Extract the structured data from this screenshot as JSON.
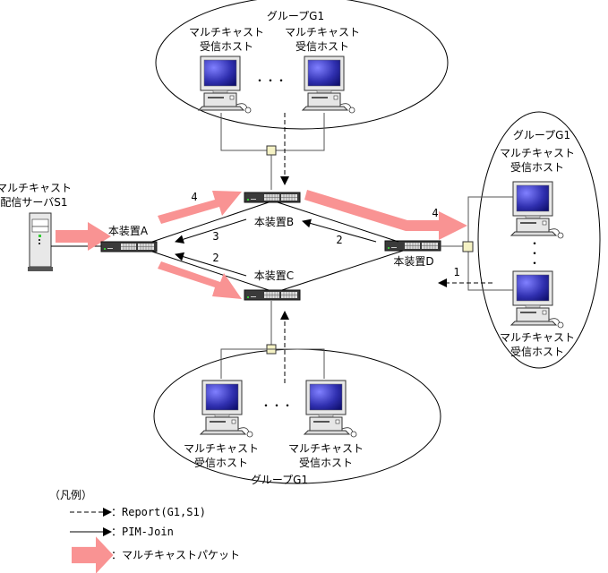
{
  "colors": {
    "multicast_arrow": "#f99393",
    "hub": "#f5f2c4",
    "screen": "#3a3ac0",
    "switch": "#333333",
    "line": "#000000"
  },
  "groups": {
    "top": {
      "title": "グループG1",
      "host_left": [
        "マルチキャスト",
        "受信ホスト"
      ],
      "host_right": [
        "マルチキャスト",
        "受信ホスト"
      ],
      "ellipsis": "・・・"
    },
    "right": {
      "title": "グループG1",
      "host_top": [
        "マルチキャスト",
        "受信ホスト"
      ],
      "host_bottom": [
        "マルチキャスト",
        "受信ホスト"
      ],
      "ellipsis": "・\n・\n・"
    },
    "bottom": {
      "title": "グループG1",
      "host_left": [
        "マルチキャスト",
        "受信ホスト"
      ],
      "host_right": [
        "マルチキャスト",
        "受信ホスト"
      ],
      "ellipsis": "・・・"
    }
  },
  "server": {
    "label_line1": "マルチキャスト",
    "label_line2": "配信サーバS1"
  },
  "devices": {
    "a": "本装置A",
    "b": "本装置B",
    "c": "本装置C",
    "d": "本装置D"
  },
  "step_labels": {
    "a_to_b_multicast": "4",
    "b_to_a_join": "3",
    "c_to_a_join": "2",
    "d_to_b_join": "2",
    "b_to_d_multicast": "4",
    "host_to_d_report": "1"
  },
  "legend": {
    "title": "（凡例）",
    "report": "：Report(G1,S1)",
    "pim_join": "：PIM-Join",
    "multicast": "：マルチキャストパケット"
  }
}
